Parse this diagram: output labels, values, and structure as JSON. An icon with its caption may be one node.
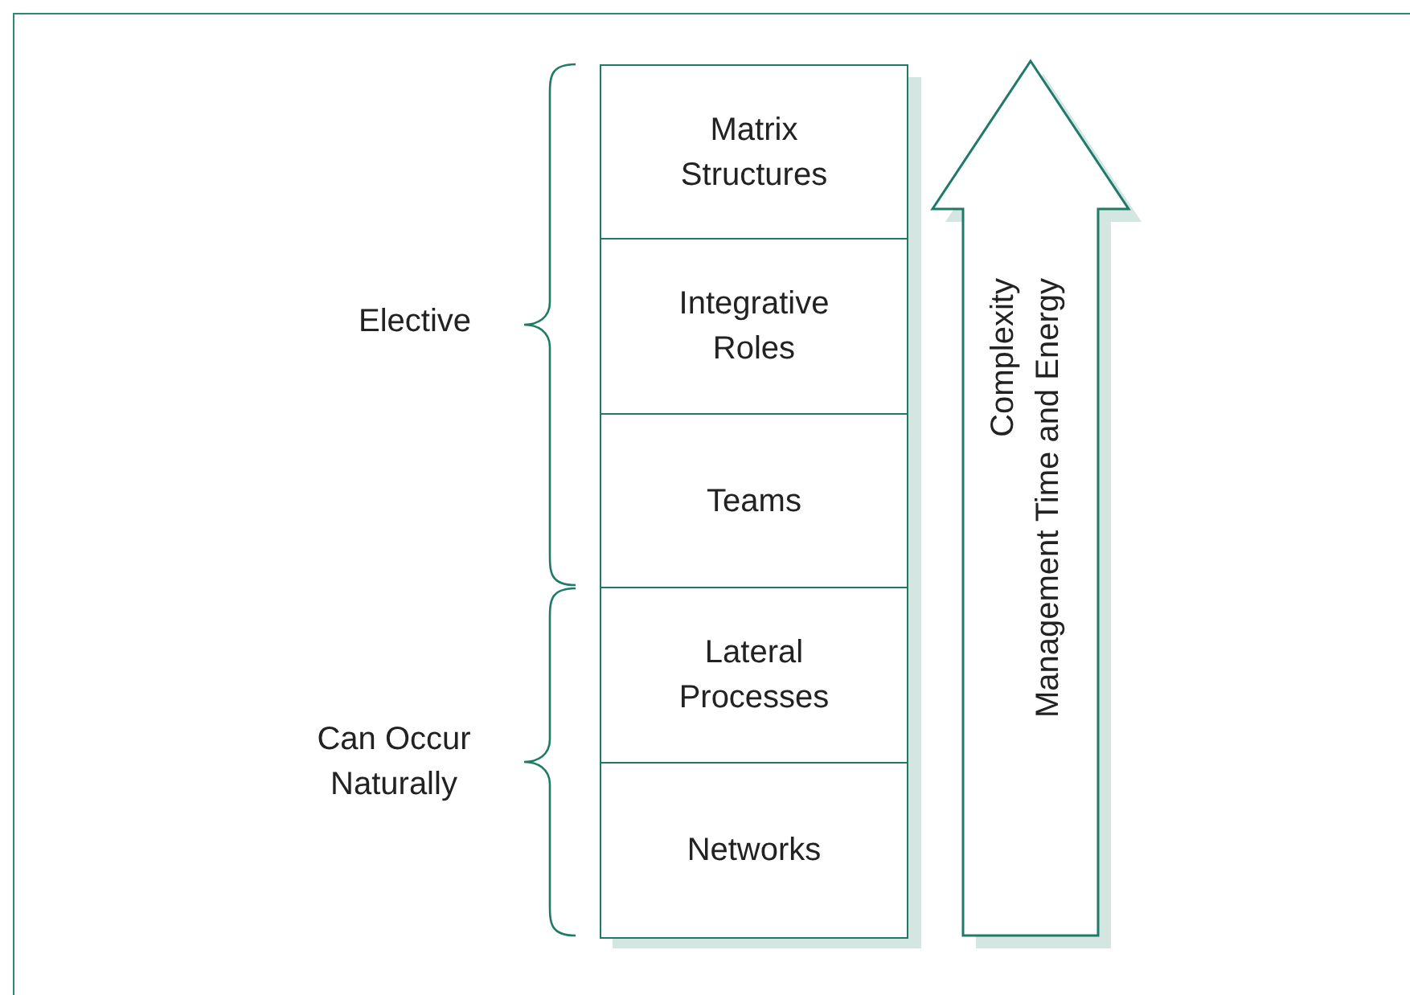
{
  "diagram": {
    "nodes": [
      {
        "text": [
          "Matrix Structures"
        ]
      },
      {
        "text": [
          "Integrative Roles"
        ]
      },
      {
        "text": [
          "Teams"
        ]
      },
      {
        "text": [
          "Lateral Processes"
        ]
      },
      {
        "text": [
          "Networks"
        ]
      },
      {
        "text": [
          "Complexity",
          "Management Time and Energy"
        ]
      }
    ],
    "labels": [
      "Elective",
      "Can Occur Naturally"
    ]
  }
}
